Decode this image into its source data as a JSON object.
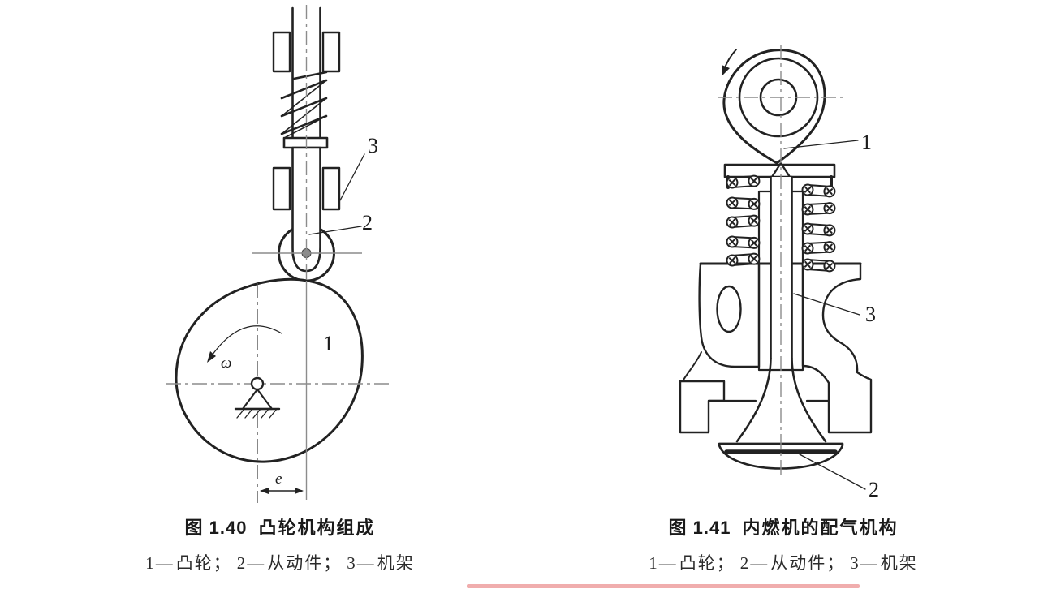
{
  "page": {
    "background": "#ffffff"
  },
  "colors": {
    "ink": "#222222",
    "centerline": "#8c8c8c",
    "hatch": "#3a3a3a",
    "legend_dash": "#9b9b9b",
    "progress_line": "#f0adad"
  },
  "punctuation": {
    "dash": "—",
    "separator": "；"
  },
  "figure_left": {
    "caption_number": "图 1.40",
    "caption_title": "凸轮机构组成",
    "callout_cam": "1",
    "callout_follower": "2",
    "callout_frame": "3",
    "omega": "ω",
    "eccentricity": "e",
    "legend": [
      {
        "num": "1",
        "name": "凸轮"
      },
      {
        "num": "2",
        "name": "从动件"
      },
      {
        "num": "3",
        "name": "机架"
      }
    ]
  },
  "figure_right": {
    "caption_number": "图 1.41",
    "caption_title": "内燃机的配气机构",
    "callout_cam": "1",
    "callout_valve": "2",
    "callout_frame": "3",
    "legend": [
      {
        "num": "1",
        "name": "凸轮"
      },
      {
        "num": "2",
        "name": "从动件"
      },
      {
        "num": "3",
        "name": "机架"
      }
    ]
  }
}
